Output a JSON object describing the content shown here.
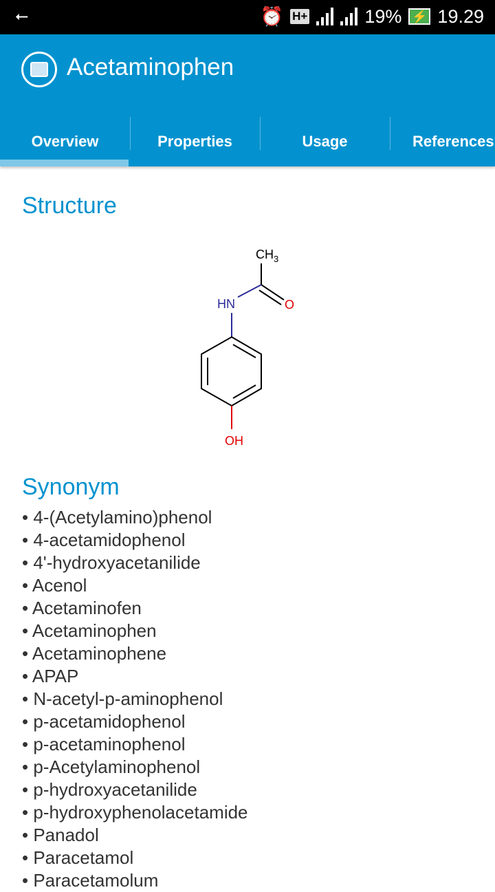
{
  "status_bar": {
    "battery": "19%",
    "time": "19.29",
    "network": "H+"
  },
  "app_bar": {
    "title": "Acetaminophen"
  },
  "tabs": [
    {
      "label": "Overview",
      "active": true
    },
    {
      "label": "Properties"
    },
    {
      "label": "Usage"
    },
    {
      "label": "References"
    }
  ],
  "structure": {
    "heading": "Structure",
    "labels": {
      "ch3": "CH",
      "ch3_sub": "3",
      "hn": "HN",
      "o": "O",
      "oh": "OH"
    }
  },
  "synonym": {
    "heading": "Synonym",
    "items": [
      "4-(Acetylamino)phenol",
      "4-acetamidophenol",
      "4'-hydroxyacetanilide",
      "Acenol",
      "Acetaminofen",
      "Acetaminophen",
      "Acetaminophene",
      "APAP",
      "N-acetyl-p-aminophenol",
      "p-acetamidophenol",
      "p-acetaminophenol",
      "p-Acetylaminophenol",
      "p-hydroxyacetanilide",
      "p-hydroxyphenolacetamide",
      "Panadol",
      "Paracetamol",
      "Paracetamolum"
    ]
  },
  "colors": {
    "primary": "#0392cf",
    "nitrogen": "#2b2b9a",
    "oxygen": "#e00000"
  }
}
